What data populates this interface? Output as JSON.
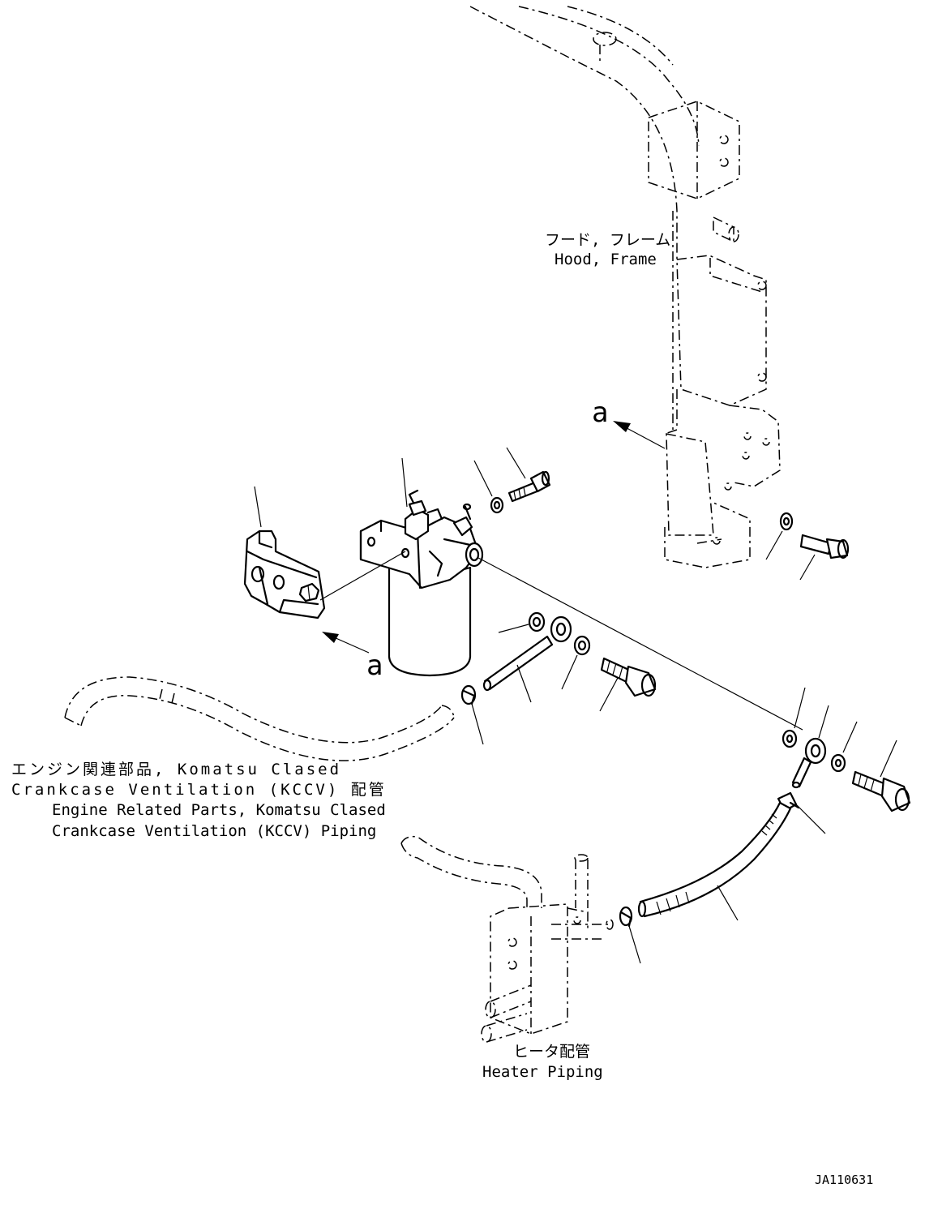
{
  "labels": {
    "hood_frame_jp": "フード, フレーム",
    "hood_frame_en": "Hood, Frame",
    "kccv_jp_line1": "エンジン関連部品, Komatsu  Clased",
    "kccv_jp_line2": "Crankcase  Ventilation (KCCV) 配管",
    "kccv_en_line1": "Engine Related Parts, Komatsu Clased",
    "kccv_en_line2": "Crankcase Ventilation (KCCV) Piping",
    "heater_jp": "ヒータ配管",
    "heater_en": "Heater Piping",
    "view_a_upper": "a",
    "view_a_lower": "a",
    "drawing_number": "JA110631"
  }
}
